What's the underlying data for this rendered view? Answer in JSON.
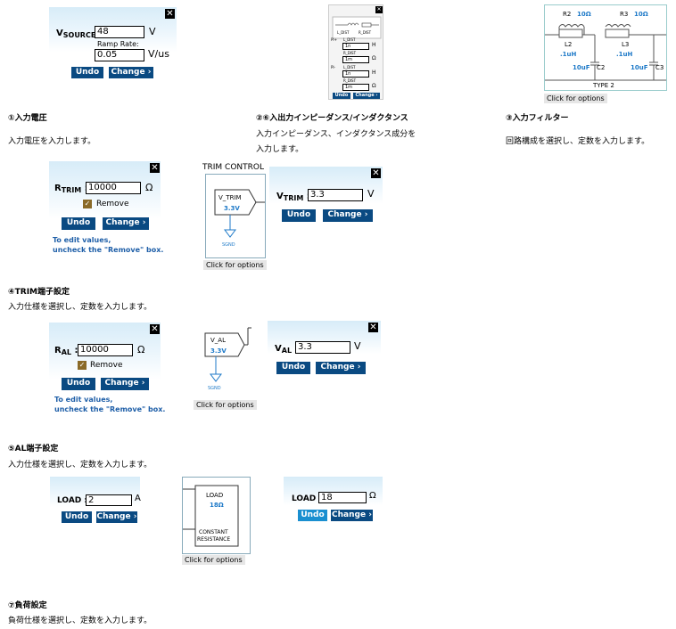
{
  "common": {
    "undo": "Undo",
    "change": "Change",
    "close": "✕",
    "click_options": "Click for options"
  },
  "vsource": {
    "label_main": "V",
    "label_sub": "SOURCE",
    "value": "48",
    "unit": "V",
    "ramp_label": "Ramp Rate:",
    "ramp_value": "0.05",
    "ramp_unit": "V/us"
  },
  "impedance": {
    "l_dist": "L_DIST",
    "r_dist": "R_DIST",
    "l_prefix": "PI+",
    "r_prefix": "PI-",
    "l_val1": "1n",
    "l_unit": "H",
    "r_val1": "1m",
    "r_unit": "Ω",
    "l_val2": "1n",
    "r_val2": "1m"
  },
  "filter": {
    "r2": "R2",
    "r2_val": "10Ω",
    "r3": "R3",
    "r3_val": "10Ω",
    "l2": "L2",
    "l2_val": ".1uH",
    "l3": "L3",
    "l3_val": ".1uH",
    "c2": "C2",
    "c2_val": "10uF",
    "c3": "C3",
    "c3_val": "10uF",
    "type": "TYPE 2"
  },
  "captions": {
    "c1_title": "①入力電圧",
    "c1_desc": "入力電圧を入力します。",
    "c2_title": "②⑥入出力インピーダンス/インダクタンス",
    "c2_desc1": "入力インピーダンス、インダクタンス成分を",
    "c2_desc2": "入力します。",
    "c3_title": "③入力フィルター",
    "c3_desc": "回路構成を選択し、定数を入力します。",
    "c4_title": "④TRIM端子設定",
    "c4_desc": "入力仕様を選択し、定数を入力します。",
    "c5_title": "⑤AL端子設定",
    "c5_desc": "入力仕様を選択し、定数を入力します。",
    "c7_title": "⑦負荷設定",
    "c7_desc": "負荷仕様を選択し、定数を入力します。"
  },
  "rtrim": {
    "label_main": "R",
    "label_sub": "TRIM",
    "value": "10000",
    "unit": "Ω",
    "remove": "Remove",
    "hint1": "To edit values,",
    "hint2": "uncheck the \"Remove\" box."
  },
  "trim_ctrl": {
    "title": "TRIM CONTROL",
    "block": "V_TRIM",
    "volt": "3.3V",
    "gnd": "SGND"
  },
  "vtrim": {
    "label_main": "V",
    "label_sub": "TRIM",
    "value": "3.3",
    "unit": "V"
  },
  "ral": {
    "label_main": "R",
    "label_sub": "AL",
    "value": "10000",
    "unit": "Ω",
    "remove": "Remove",
    "hint1": "To edit values,",
    "hint2": "uncheck the \"Remove\" box."
  },
  "al_ctrl": {
    "block": "V_AL",
    "volt": "3.3V",
    "gnd": "SGND"
  },
  "val": {
    "label_main": "V",
    "label_sub": "AL",
    "value": "3.3",
    "unit": "V"
  },
  "load_a": {
    "label": "LOAD",
    "value": "2",
    "unit": "A"
  },
  "load_res": {
    "label": "LOAD",
    "value": "18Ω",
    "type1": "CONSTANT",
    "type2": "RESISTANCE"
  },
  "load_ohm": {
    "label": "LOAD",
    "value": "18",
    "unit": "Ω"
  }
}
